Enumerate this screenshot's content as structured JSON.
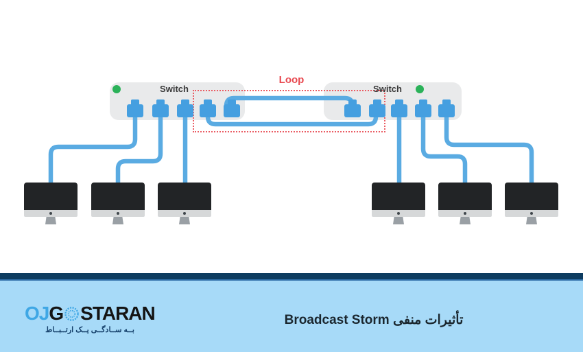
{
  "diagram": {
    "switches": [
      {
        "label": "Switch",
        "ports": 5,
        "led_status": "green"
      },
      {
        "label": "Switch",
        "ports": 5,
        "led_status": "green"
      }
    ],
    "loop": {
      "label": "Loop"
    },
    "computers": {
      "left_count": 3,
      "right_count": 3
    }
  },
  "footer": {
    "logo": {
      "part_oj": "OJ",
      "part_g": "G",
      "part_staran": "STARAN",
      "gear_icon": "ornamental-gear-o",
      "tagline": "بــه ســادگــی یــک ارتــبــاط"
    },
    "title": "تأثیرات منفی Broadcast Storm"
  },
  "colors": {
    "cable_blue": "#5aabe2",
    "port_blue": "#459fe0",
    "switch_gray": "#e9eaeb",
    "led_green": "#2bb259",
    "loop_red": "#e8484f",
    "navy_bar": "#0d3c60",
    "footer_light_blue": "#a7daf8",
    "logo_blue": "#3fa7e5",
    "monitor_black": "#222426"
  }
}
